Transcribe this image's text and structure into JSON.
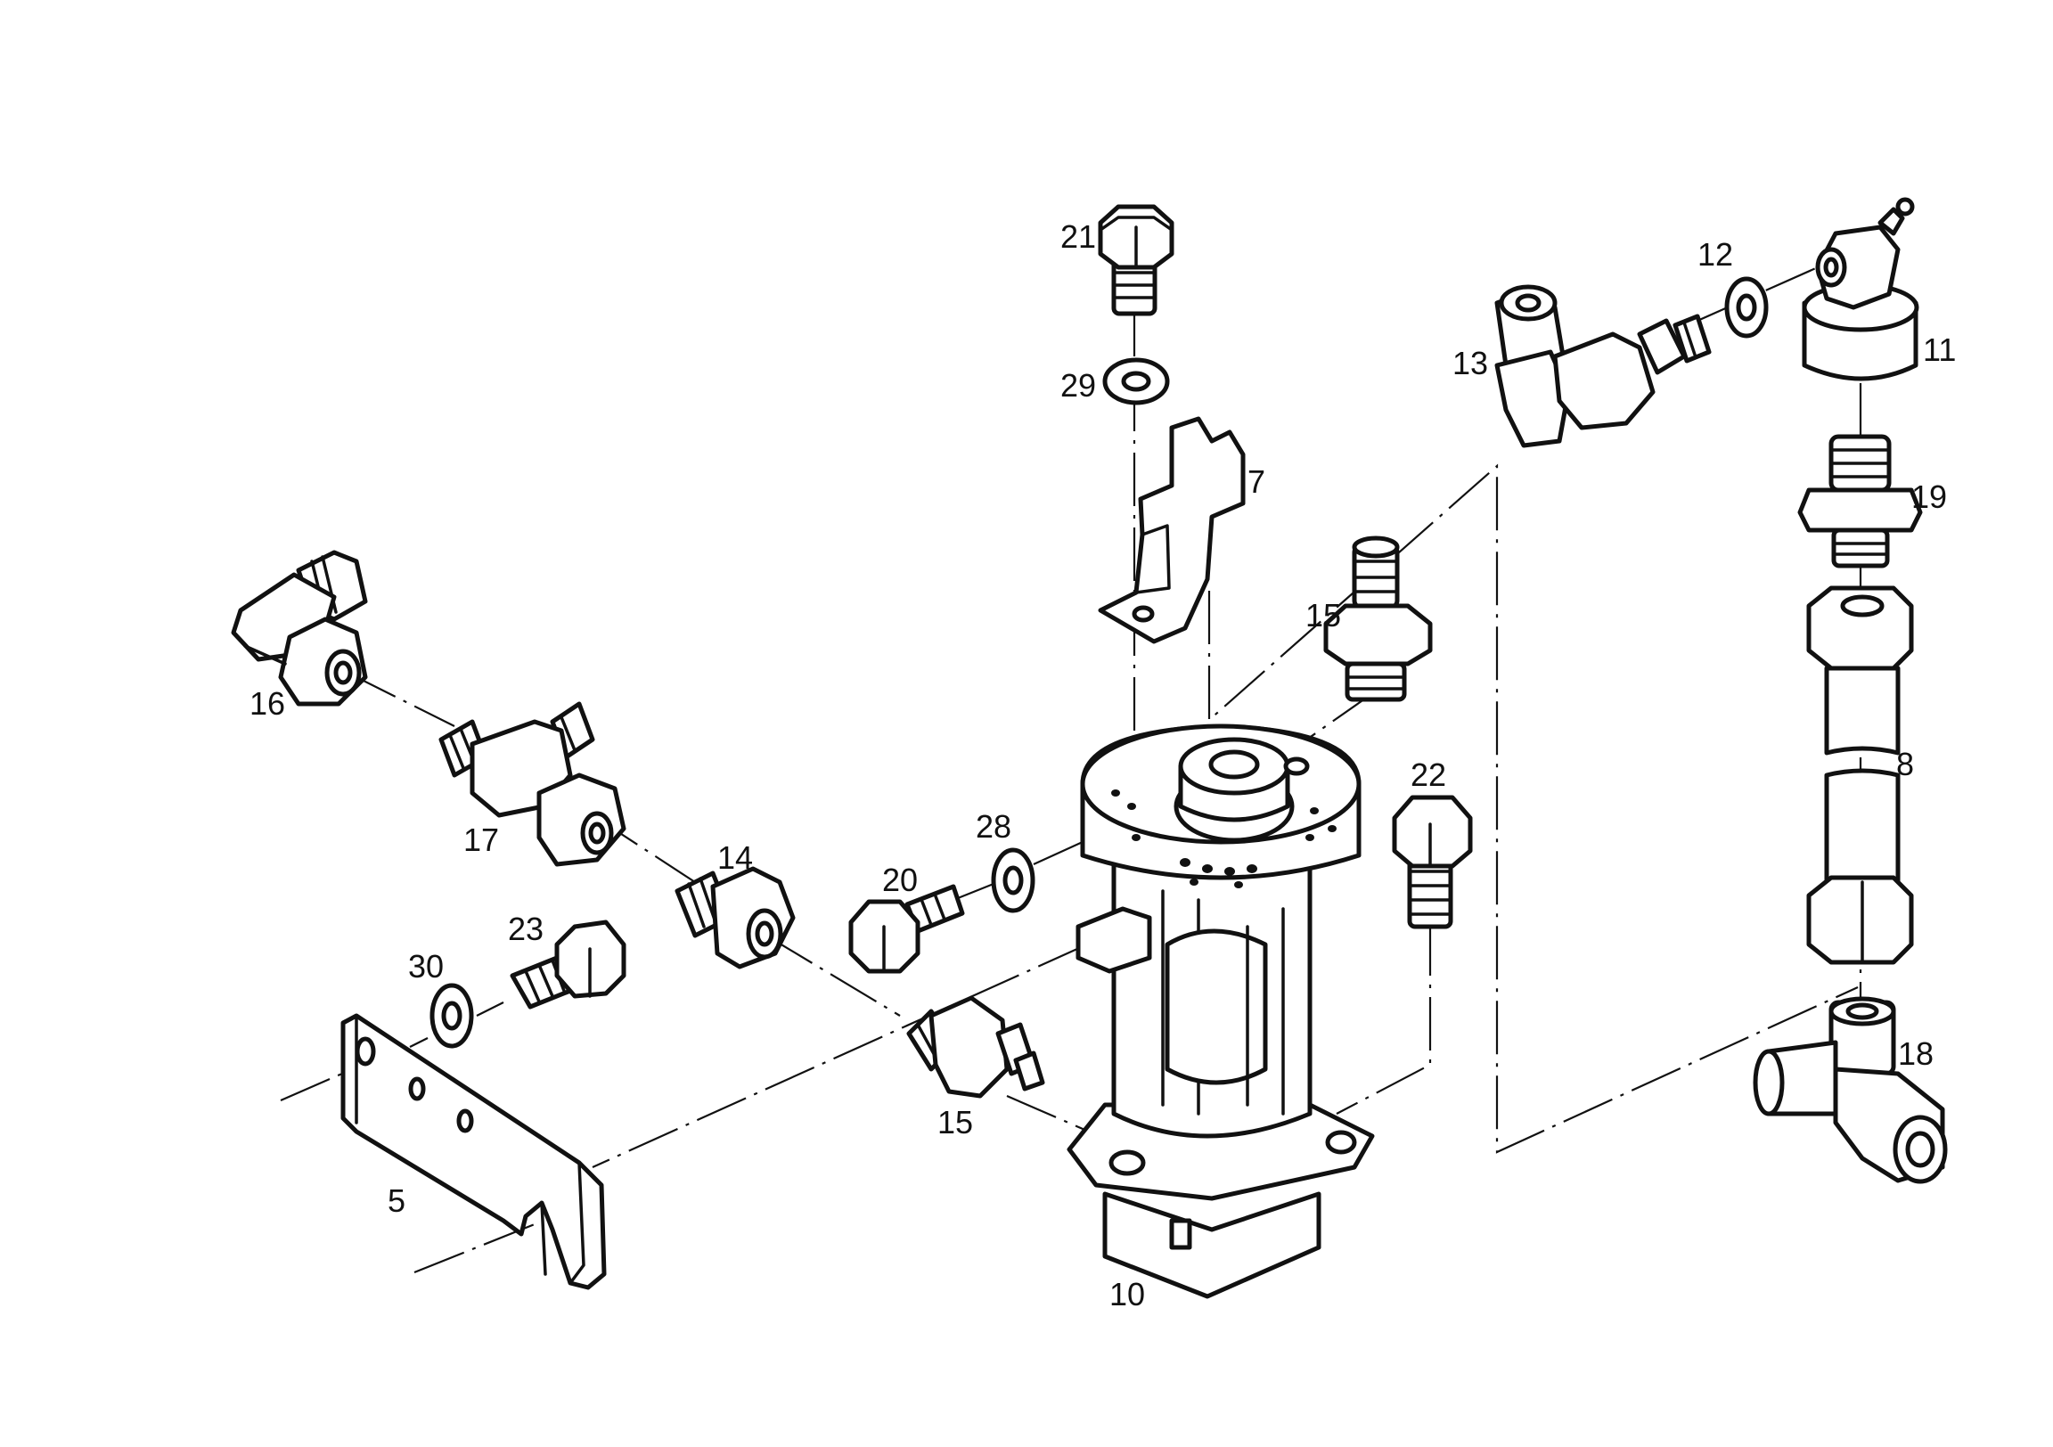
{
  "diagram": {
    "type": "exploded-parts-view",
    "line_color": "#111111",
    "background": "#ffffff",
    "callouts": {
      "c5": "5",
      "c7": "7",
      "c8": "8",
      "c10": "10",
      "c11": "11",
      "c12": "12",
      "c13": "13",
      "c14": "14",
      "c15a": "15",
      "c15b": "15",
      "c16": "16",
      "c17": "17",
      "c18": "18",
      "c19": "19",
      "c20": "20",
      "c21": "21",
      "c22": "22",
      "c23": "23",
      "c28": "28",
      "c29": "29",
      "c30": "30"
    }
  }
}
